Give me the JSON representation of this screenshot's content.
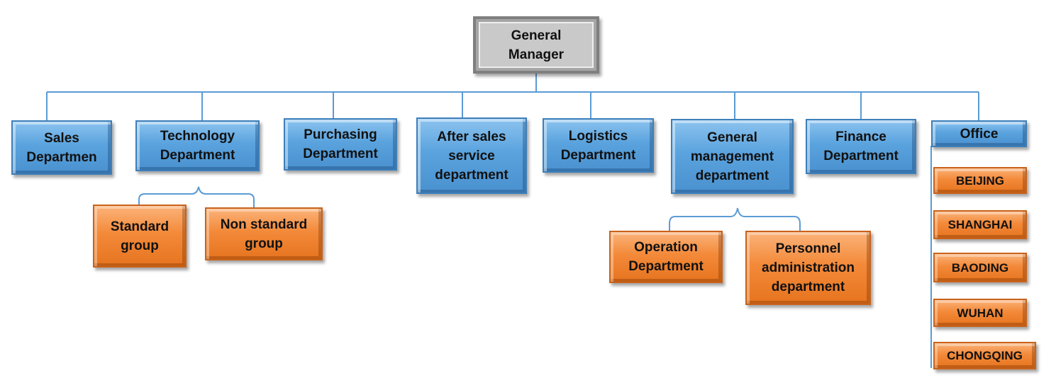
{
  "root": {
    "label": "General\nManager"
  },
  "departments": [
    {
      "key": "sales",
      "label": "Sales\nDepartmen"
    },
    {
      "key": "technology",
      "label": "Technology\nDepartment"
    },
    {
      "key": "purchasing",
      "label": "Purchasing\nDepartment"
    },
    {
      "key": "after-sales",
      "label": "After sales\nservice\ndepartment"
    },
    {
      "key": "logistics",
      "label": "Logistics\nDepartment"
    },
    {
      "key": "general-management",
      "label": "General\nmanagement\ndepartment"
    },
    {
      "key": "finance",
      "label": "Finance\nDepartment"
    },
    {
      "key": "office",
      "label": "Office"
    }
  ],
  "technology_groups": [
    {
      "key": "standard",
      "label": "Standard\ngroup"
    },
    {
      "key": "non-standard",
      "label": "Non standard\ngroup"
    }
  ],
  "general_management_units": [
    {
      "key": "operation",
      "label": "Operation\nDepartment"
    },
    {
      "key": "personnel",
      "label": "Personnel\nadministration\ndepartment"
    }
  ],
  "offices": [
    {
      "key": "beijing",
      "label": "BEIJING"
    },
    {
      "key": "shanghai",
      "label": "SHANGHAI"
    },
    {
      "key": "baoding",
      "label": "BAODING"
    },
    {
      "key": "wuhan",
      "label": "WUHAN"
    },
    {
      "key": "chongqing",
      "label": "CHONGQING"
    }
  ],
  "colors": {
    "department_fill": "#5aa3de",
    "sub_unit_fill": "#f38a3a",
    "root_fill": "#c9c9c9",
    "connector": "#5b9bd5"
  }
}
